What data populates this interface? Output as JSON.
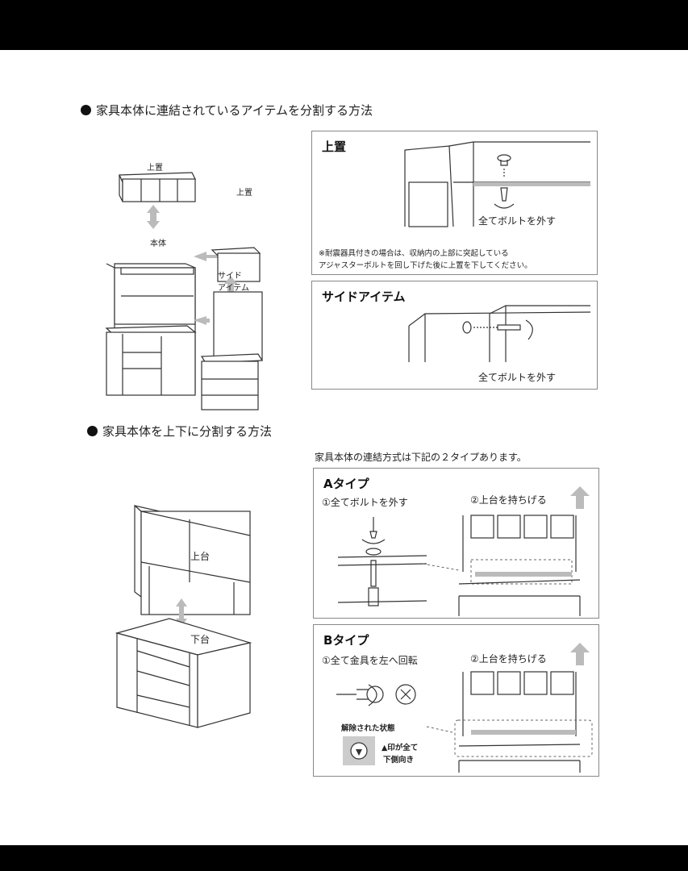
{
  "section1": {
    "heading": "家具本体に連結されているアイテムを分割する方法",
    "labels": {
      "top_unit": "上置",
      "top_unit_side": "上置",
      "main_body": "本体",
      "side_item_line1": "サイド",
      "side_item_line2": "アイテム"
    },
    "box_top": {
      "title": "上置",
      "instruction": "全てボルトを外す",
      "note_line1": "※耐震器具付きの場合は、収納内の上部に突起している",
      "note_line2": "アジャスターボルトを回し下げた後に上置を下してください。"
    },
    "box_side": {
      "title": "サイドアイテム",
      "instruction": "全てボルトを外す"
    }
  },
  "section2": {
    "heading": "家具本体を上下に分割する方法",
    "intro": "家具本体の連結方式は下記の２タイプあります。",
    "labels": {
      "upper": "上台",
      "lower": "下台"
    },
    "type_a": {
      "title": "Aタイプ",
      "step1": "①全てボルトを外す",
      "step2": "②上台を持ちげる"
    },
    "type_b": {
      "title": "Bタイプ",
      "step1": "①全て金具を左へ回転",
      "step2": "②上台を持ちげる",
      "released": "解除された状態",
      "mark_line1": "▲印が全て",
      "mark_line2": "下側向き"
    }
  }
}
